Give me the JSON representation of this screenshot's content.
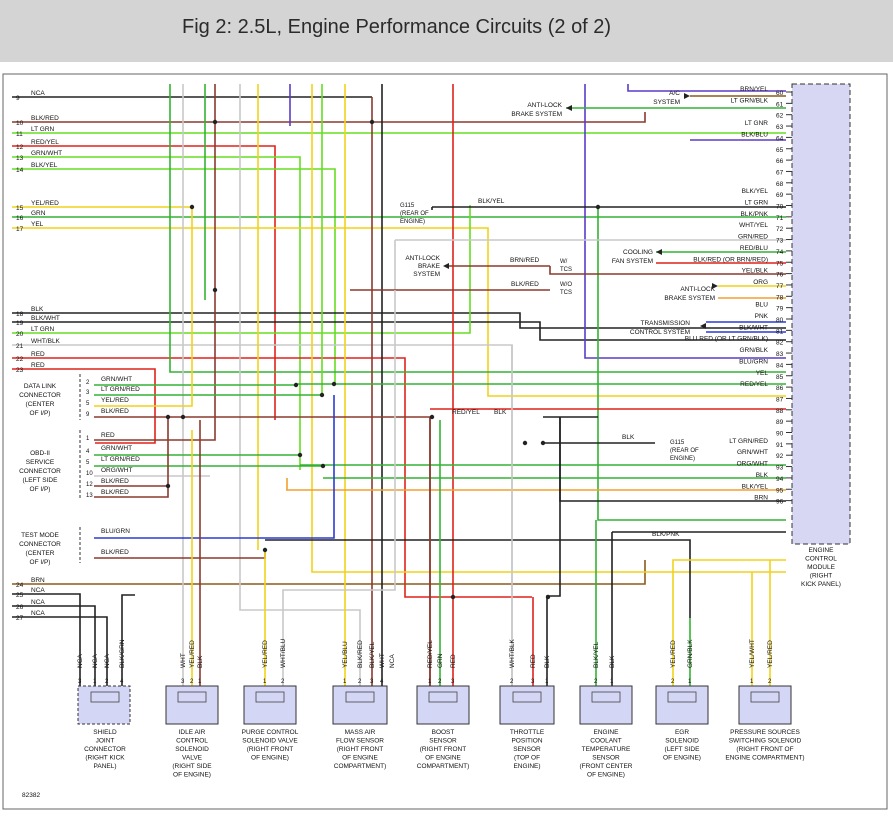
{
  "title": "Fig 2: 2.5L, Engine Performance Circuits (2 of 2)",
  "figure_id": "82382",
  "left_pins": [
    {
      "pin": "9",
      "wire": "NCA"
    },
    {
      "pin": "10",
      "wire": "BLK/RED"
    },
    {
      "pin": "11",
      "wire": "LT GRN"
    },
    {
      "pin": "12",
      "wire": "RED/YEL"
    },
    {
      "pin": "13",
      "wire": "GRN/WHT"
    },
    {
      "pin": "14",
      "wire": "BLK/YEL"
    },
    {
      "pin": "15",
      "wire": "YEL/RED"
    },
    {
      "pin": "16",
      "wire": "GRN"
    },
    {
      "pin": "17",
      "wire": "YEL"
    },
    {
      "pin": "18",
      "wire": "BLK"
    },
    {
      "pin": "19",
      "wire": "BLK/WHT"
    },
    {
      "pin": "20",
      "wire": "LT GRN"
    },
    {
      "pin": "21",
      "wire": "WHT/BLK"
    },
    {
      "pin": "22",
      "wire": "RED"
    },
    {
      "pin": "23",
      "wire": "RED"
    },
    {
      "pin": "24",
      "wire": "BRN"
    },
    {
      "pin": "25",
      "wire": "NCA"
    },
    {
      "pin": "26",
      "wire": "NCA"
    },
    {
      "pin": "27",
      "wire": "NCA"
    }
  ],
  "ecm_pins": [
    {
      "pin": "60",
      "wire": "BRN/YEL"
    },
    {
      "pin": "61",
      "wire": "LT GRN/BLK"
    },
    {
      "pin": "62",
      "wire": ""
    },
    {
      "pin": "63",
      "wire": "LT GNR"
    },
    {
      "pin": "64",
      "wire": "BLK/BLU"
    },
    {
      "pin": "65",
      "wire": ""
    },
    {
      "pin": "66",
      "wire": ""
    },
    {
      "pin": "67",
      "wire": ""
    },
    {
      "pin": "68",
      "wire": ""
    },
    {
      "pin": "69",
      "wire": "BLK/YEL"
    },
    {
      "pin": "70",
      "wire": "LT GRN"
    },
    {
      "pin": "71",
      "wire": "BLK/PNK"
    },
    {
      "pin": "72",
      "wire": "WHT/YEL"
    },
    {
      "pin": "73",
      "wire": "GRN/RED"
    },
    {
      "pin": "74",
      "wire": "RED/BLU"
    },
    {
      "pin": "75",
      "wire": "BLK/RED (OR BRN/RED)"
    },
    {
      "pin": "76",
      "wire": "YEL/BLK"
    },
    {
      "pin": "77",
      "wire": "ORG"
    },
    {
      "pin": "78",
      "wire": ""
    },
    {
      "pin": "79",
      "wire": "BLU"
    },
    {
      "pin": "80",
      "wire": "PNK"
    },
    {
      "pin": "81",
      "wire": "BLK/WHT"
    },
    {
      "pin": "82",
      "wire": "BLU RED (OR LT GRN/BLK)"
    },
    {
      "pin": "83",
      "wire": "GRN/BLK"
    },
    {
      "pin": "84",
      "wire": "BLU/GRN"
    },
    {
      "pin": "85",
      "wire": "YEL"
    },
    {
      "pin": "86",
      "wire": "RED/YEL"
    },
    {
      "pin": "87",
      "wire": ""
    },
    {
      "pin": "88",
      "wire": ""
    },
    {
      "pin": "89",
      "wire": ""
    },
    {
      "pin": "90",
      "wire": ""
    },
    {
      "pin": "91",
      "wire": "LT GRN/RED"
    },
    {
      "pin": "92",
      "wire": "GRN/WHT"
    },
    {
      "pin": "93",
      "wire": "ORG/WHT"
    },
    {
      "pin": "94",
      "wire": "BLK"
    },
    {
      "pin": "95",
      "wire": "BLK/YEL"
    },
    {
      "pin": "96",
      "wire": "BRN"
    }
  ],
  "ecm_label": [
    "ENGINE",
    "CONTROL",
    "MODULE",
    "(RIGHT",
    "KICK PANEL)"
  ],
  "systems": {
    "ac": [
      "A/C",
      "SYSTEM"
    ],
    "abs_top": [
      "ANTI-LOCK",
      "BRAKE SYSTEM"
    ],
    "g115_top": [
      "G115",
      "(REAR OF",
      "ENGINE)"
    ],
    "g115_top_wire": "BLK/YEL",
    "abs_mid": [
      "ANTI-LOCK",
      "BRAKE",
      "SYSTEM"
    ],
    "abs_mid_wire1": "BRN/RED",
    "abs_mid_wire2": "BLK/RED",
    "tcs1": [
      "W/",
      "TCS"
    ],
    "tcs2": [
      "W/O",
      "TCS"
    ],
    "cooling": [
      "COOLING",
      "FAN SYSTEM"
    ],
    "abs_right": [
      "ANTI-LOCK",
      "BRAKE SYSTEM"
    ],
    "trans": [
      "TRANSMISSION",
      "CONTROL SYSTEM"
    ],
    "g115_bot": [
      "G115",
      "(REAR OF",
      "ENGINE)"
    ],
    "g115_bot_wire": "BLK",
    "redyel_blk": "RED/YEL",
    "blk_label": "BLK",
    "blkpnk": "BLK/PNK"
  },
  "connectors": {
    "dlc": {
      "label": [
        "DATA LINK",
        "CONNECTOR",
        "(CENTER",
        "OF I/P)"
      ],
      "pins": [
        {
          "pin": "2",
          "wire": "GRN/WHT"
        },
        {
          "pin": "3",
          "wire": "LT GRN/RED"
        },
        {
          "pin": "5",
          "wire": "YEL/RED"
        },
        {
          "pin": "9",
          "wire": "BLK/RED"
        }
      ]
    },
    "obd": {
      "label": [
        "OBD-II",
        "SERVICE",
        "CONNECTOR",
        "(LEFT SIDE",
        "OF I/P)"
      ],
      "pins": [
        {
          "pin": "1",
          "wire": "RED"
        },
        {
          "pin": "4",
          "wire": "GRN/WHT"
        },
        {
          "pin": "5",
          "wire": "LT GRN/RED"
        },
        {
          "pin": "10",
          "wire": "ORG/WHT"
        },
        {
          "pin": "12",
          "wire": "BLK/RED"
        },
        {
          "pin": "13",
          "wire": "BLK/RED"
        }
      ]
    },
    "test": {
      "label": [
        "TEST MODE",
        "CONNECTOR",
        "(CENTER",
        "OF I/P)"
      ],
      "pins": [
        {
          "pin": "",
          "wire": "BLU/GRN"
        },
        {
          "pin": "",
          "wire": "BLK/RED"
        }
      ]
    }
  },
  "components": [
    {
      "id": "shield",
      "label": [
        "SHIELD",
        "JOINT",
        "CONNECTOR",
        "(RIGHT KICK",
        "PANEL)"
      ],
      "pins": [
        {
          "pin": "3",
          "wire": "NCA"
        },
        {
          "pin": "1",
          "wire": "NCA"
        },
        {
          "pin": "2",
          "wire": "NCA"
        },
        {
          "pin": "4",
          "wire": "BLK/GRN"
        }
      ]
    },
    {
      "id": "iac",
      "label": [
        "IDLE AIR",
        "CONTROL",
        "SOLENOID",
        "VALVE",
        "(RIGHT SIDE",
        "OF ENGINE)"
      ],
      "pins": [
        {
          "pin": "3",
          "wire": "WHT"
        },
        {
          "pin": "2",
          "wire": "YEL/RED"
        },
        {
          "pin": "1",
          "wire": "BLK"
        }
      ]
    },
    {
      "id": "purge",
      "label": [
        "PURGE CONTROL",
        "SOLENOID VALVE",
        "(RIGHT FRONT",
        "OF ENGINE)"
      ],
      "pins": [
        {
          "pin": "1",
          "wire": "YEL/RED"
        },
        {
          "pin": "2",
          "wire": "WHT/BLU"
        }
      ]
    },
    {
      "id": "maf",
      "label": [
        "MASS AIR",
        "FLOW SENSOR",
        "(RIGHT FRONT",
        "OF ENGINE",
        "COMPARTMENT)"
      ],
      "pins": [
        {
          "pin": "1",
          "wire": "YEL/BLU"
        },
        {
          "pin": "2",
          "wire": "BLK/RED"
        },
        {
          "pin": "3",
          "wire": "BLK/YEL"
        },
        {
          "pin": "4",
          "wire": "WHT"
        },
        {
          "pin": "",
          "wire": "NCA"
        }
      ]
    },
    {
      "id": "boost",
      "label": [
        "BOOST",
        "SENSOR",
        "(RIGHT FRONT",
        "OF ENGINE",
        "COMPARTMENT)"
      ],
      "pins": [
        {
          "pin": "1",
          "wire": "RED/YEL"
        },
        {
          "pin": "2",
          "wire": "GRN"
        },
        {
          "pin": "3",
          "wire": "RED"
        }
      ]
    },
    {
      "id": "tps",
      "label": [
        "THROTTLE",
        "POSITION",
        "SENSOR",
        "(TOP OF",
        "ENGINE)"
      ],
      "pins": [
        {
          "pin": "2",
          "wire": "WHT/BLK"
        },
        {
          "pin": "3",
          "wire": "RED"
        },
        {
          "pin": "1",
          "wire": "BLK"
        }
      ]
    },
    {
      "id": "ect",
      "label": [
        "ENGINE",
        "COOLANT",
        "TEMPERATURE",
        "SENSOR",
        "(FRONT CENTER",
        "OF ENGINE)"
      ],
      "pins": [
        {
          "pin": "2",
          "wire": "BLK/YEL"
        },
        {
          "pin": "1",
          "wire": "BLK"
        }
      ]
    },
    {
      "id": "egr",
      "label": [
        "EGR",
        "SOLENOID",
        "(LEFT SIDE",
        "OF ENGINE)"
      ],
      "pins": [
        {
          "pin": "2",
          "wire": "YEL/RED"
        },
        {
          "pin": "1",
          "wire": "GRN/BLK"
        }
      ]
    },
    {
      "id": "psss",
      "label": [
        "PRESSURE SOURCES",
        "SWITCHING SOLENOID",
        "(RIGHT FRONT OF",
        "ENGINE COMPARTMENT)"
      ],
      "pins": [
        {
          "pin": "1",
          "wire": "YEL/WHT"
        },
        {
          "pin": "2",
          "wire": "YEL/RED"
        }
      ]
    }
  ],
  "colors": {
    "blk": "#222222",
    "red": "#e0221b",
    "yel": "#f2d21a",
    "grn": "#33b233",
    "ltgrn": "#66dd22",
    "blu": "#2a3bd6",
    "purple": "#5a3cc8",
    "brn": "#8a5a1e",
    "org": "#f0a030",
    "wht": "#c8c8c8",
    "pnk": "#e88aa0",
    "maroon": "#8b3a2e",
    "ecm_fill": "#d7d7f3",
    "comp_fill": "#d4d6f5"
  }
}
